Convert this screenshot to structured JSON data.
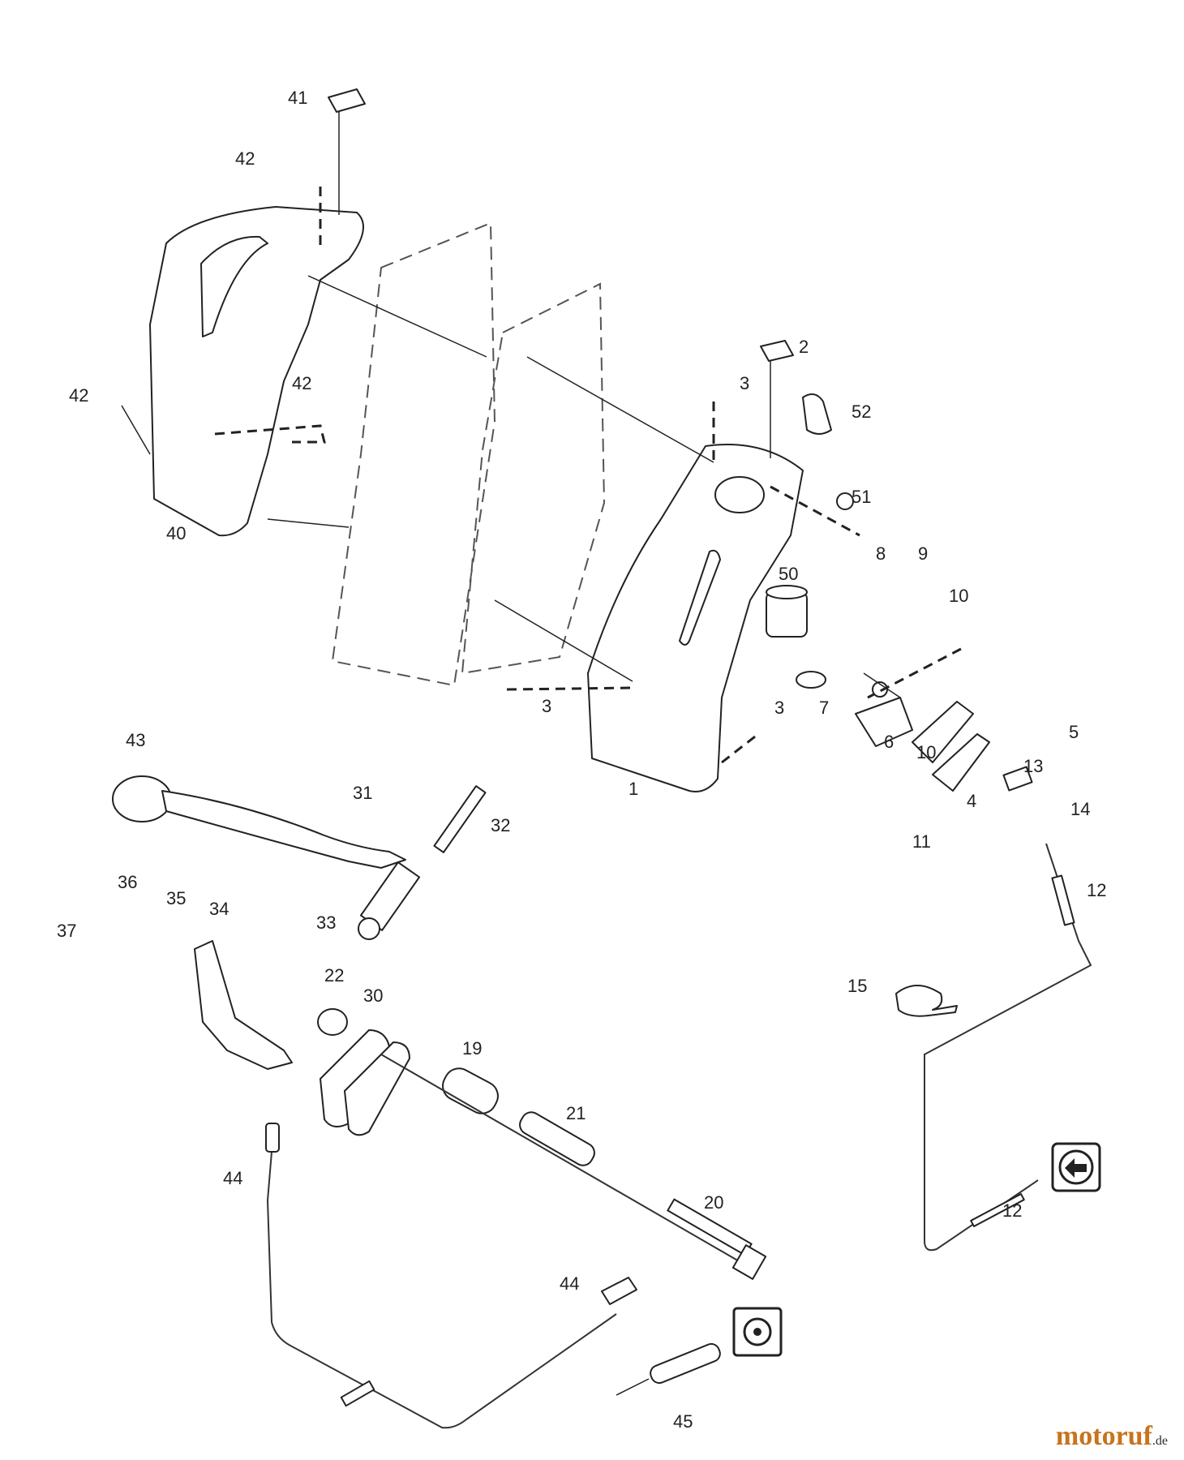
{
  "diagram": {
    "callouts": [
      "41",
      "42",
      "42",
      "42",
      "40",
      "2",
      "3",
      "52",
      "51",
      "50",
      "8",
      "9",
      "10",
      "7",
      "3",
      "3",
      "6",
      "10",
      "5",
      "13",
      "4",
      "11",
      "14",
      "1",
      "43",
      "31",
      "32",
      "33",
      "36",
      "35",
      "34",
      "37",
      "22",
      "30",
      "19",
      "21",
      "20",
      "12",
      "15",
      "12",
      "44",
      "44",
      "45"
    ]
  },
  "icons": {
    "reverse_cable": "reverse-direction-icon",
    "auger_engage": "auger-engage-icon"
  },
  "watermark": {
    "brand": "motoruf",
    "tld": ".de"
  }
}
